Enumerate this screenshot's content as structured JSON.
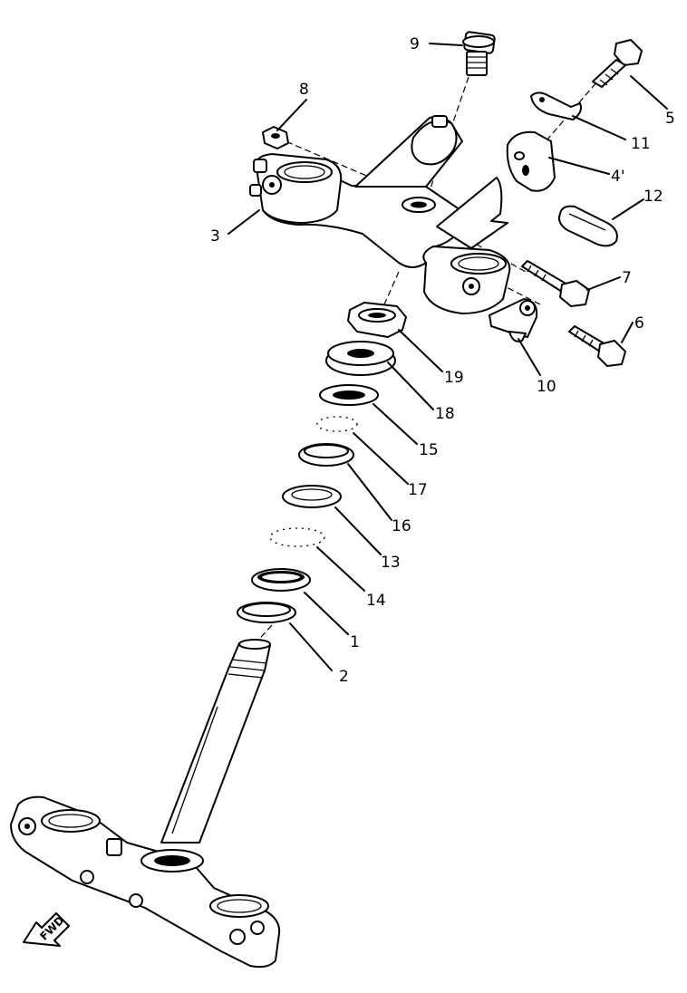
{
  "callouts": [
    {
      "id": "1",
      "text": "1"
    },
    {
      "id": "2",
      "text": "2"
    },
    {
      "id": "3",
      "text": "3"
    },
    {
      "id": "4",
      "text": "4'"
    },
    {
      "id": "5",
      "text": "5"
    },
    {
      "id": "6",
      "text": "6"
    },
    {
      "id": "7",
      "text": "7"
    },
    {
      "id": "8",
      "text": "8"
    },
    {
      "id": "9",
      "text": "9"
    },
    {
      "id": "10",
      "text": "10"
    },
    {
      "id": "11",
      "text": "11"
    },
    {
      "id": "12",
      "text": "12"
    },
    {
      "id": "13",
      "text": "13"
    },
    {
      "id": "14",
      "text": "14"
    },
    {
      "id": "15",
      "text": "15"
    },
    {
      "id": "16",
      "text": "16"
    },
    {
      "id": "17",
      "text": "17"
    },
    {
      "id": "18",
      "text": "18"
    },
    {
      "id": "19",
      "text": "19"
    }
  ],
  "forward_marker": "FWD"
}
